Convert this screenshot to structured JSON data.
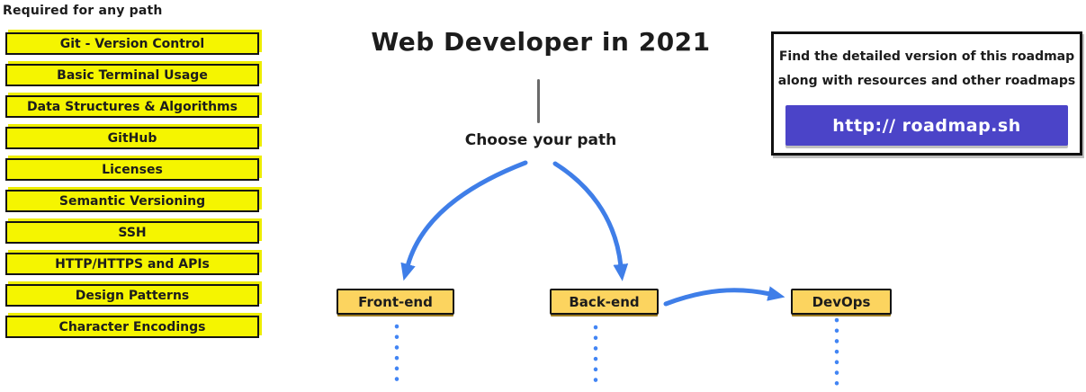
{
  "title": "Web Developer in 2021",
  "required_panel": {
    "heading": "Required for any path",
    "items": [
      "Git - Version Control",
      "Basic Terminal Usage",
      "Data Structures & Algorithms",
      "GitHub",
      "Licenses",
      "Semantic Versioning",
      "SSH",
      "HTTP/HTTPS and APIs",
      "Design Patterns",
      "Character Encodings"
    ]
  },
  "center": {
    "choose_label": "Choose your path",
    "paths": {
      "frontend": "Front-end",
      "backend": "Back-end",
      "devops": "DevOps"
    }
  },
  "info_box": {
    "line1": "Find the detailed version of this roadmap",
    "line2": "along with resources and other roadmaps",
    "button_label": "http:// roadmap.sh"
  },
  "colors": {
    "topic_yellow": "#f5f500",
    "node_amber": "#fcd45f",
    "arrow_blue": "#3f7ee8",
    "button_purple": "#4b44c8"
  }
}
